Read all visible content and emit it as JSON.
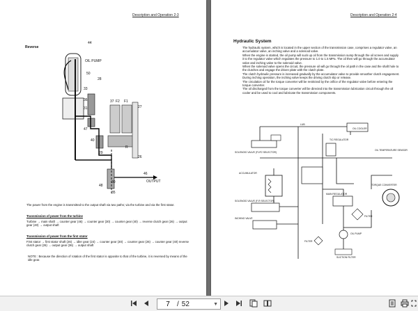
{
  "left_page": {
    "header": "Description and Operation 2-3",
    "section": "Reverse",
    "diagram": {
      "oil_pump": "OIL PUMP",
      "f2": "F2",
      "f1": "F1",
      "r": "R",
      "output": "OUTPUT",
      "numbers": [
        "44",
        "50",
        "28",
        "33",
        "36",
        "31",
        "37",
        "27",
        "47",
        "40",
        "29",
        "26",
        "30",
        "46",
        "48",
        "35"
      ]
    },
    "intro": "The power from the engine is transmitted to the output shaft via two paths; via the turbine and via the first stator.",
    "turbine_heading": "Transmission of power from the turbine",
    "turbine_text": "Turbine → main shaft → counter gear (46) → counter gear (30) → counter gear (40) → reverse clutch gear (26) → output gear (40) → output shaft",
    "stator_heading": "Transmission of power from the first stator",
    "stator_text": "First stator → first stator shaft (26) → idler gear (24) → counter gear (30) → counter gear (26) → counter gear (40) reverse clutch gear (26) → output gear (36) → output shaft",
    "note": "NOTE : Because the direction of rotation of the first stator is opposite to that of the turbine, it is reversed by means of the idle gear."
  },
  "right_page": {
    "header": "Description and Operation 2-4",
    "title": "Hydraulic System",
    "paragraphs": [
      "The hydraulic system, which is located in the upper section of the transmission case, comprises a regulator valve, an accumulator valve, an inching valve and a solenoid valve.",
      "When the engine is started, the oil pump will suck up oil from the transmission sump through the oil screen and supply it to the regulator valve which regulates the pressure to 1.0 to 1.5 MPa. The oil then will go through the accumulator valve and inching valve to the solenoid valve.",
      "When the solenoid valve opens the circuit, the pressure oil will go through the oil path in the case and the shaft hole to the clutches and engage the driven plate with the clutch plate.",
      "The clutch hydraulic pressure is increased gradually by the accumulator valve to provide smoother clutch engagement.",
      "During inching operation, the inching valve keeps the driving clutch slip or release.",
      "The circulation oil for the torque converter will be restricted by the orifice of the regulator valve before entering the torque converter.",
      "The oil discharged from the torque converter will be directed into the transmission lubrication circuit through the oil cooler and be used to cool and lubricate the transmission components."
    ],
    "schematic": {
      "oil_cooler": "OIL COOLER",
      "lub": "LUB",
      "solenoid_f1f2": "SOLENOID VALVE (F1/F2 SELECTOR)",
      "tc_regulator": "T/C REGULATOR",
      "oil_temp_sensor": "OIL TEMPERATURE SENSOR",
      "accumulator": "ACCUMULATOR",
      "torque_converter": "TORQUE CONVERTER",
      "main_regulator": "MAIN REGULATOR",
      "solenoid_fr": "SOLENOID VALVE (F-R SELECTOR)",
      "filter": "FILTER",
      "inching_valve": "INCHING VALVE",
      "oil_pump": "OIL PUMP",
      "filter2": "FILTER",
      "suction_filter": "SUCTION FILTER"
    }
  },
  "toolbar": {
    "current_page": "7",
    "page_sep": "/",
    "total_pages": "52",
    "icons": [
      "first-page-icon",
      "prev-page-icon",
      "next-page-icon",
      "last-page-icon",
      "fit-page-icon",
      "two-page-icon",
      "single-page-icon",
      "print-icon",
      "fullscreen-icon"
    ]
  }
}
